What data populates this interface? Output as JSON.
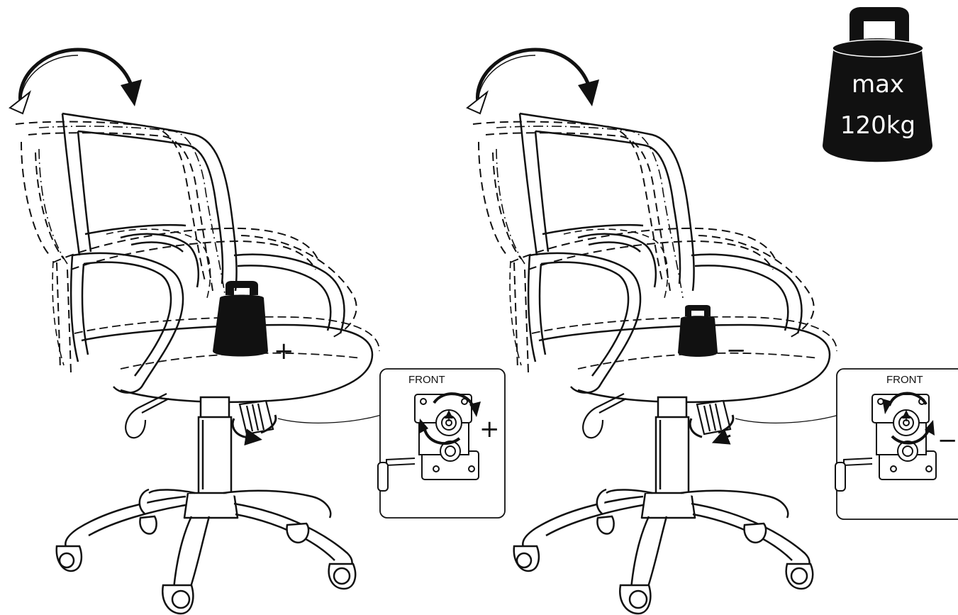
{
  "max_load": {
    "line1": "max",
    "line2": "120kg"
  },
  "left_panel": {
    "sign": "+",
    "callout": {
      "label": "FRONT",
      "sign": "+"
    }
  },
  "right_panel": {
    "sign": "−",
    "callout": {
      "label": "FRONT",
      "sign": "−"
    }
  },
  "colors": {
    "line": "#111111",
    "background": "#ffffff",
    "weight_fill": "#111111",
    "weight_text": "#ffffff"
  }
}
